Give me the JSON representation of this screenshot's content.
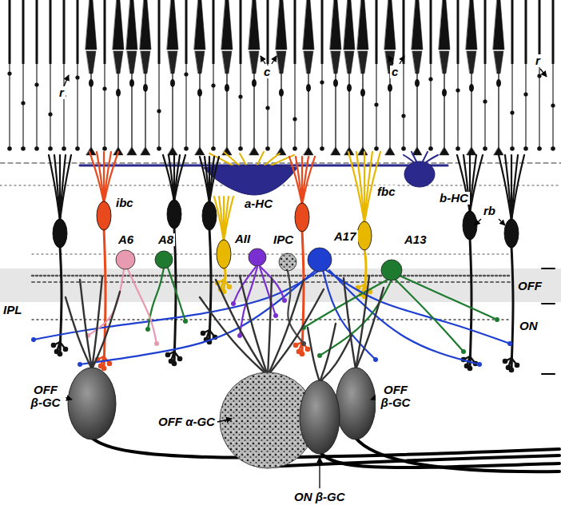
{
  "diagram": {
    "labels": [
      "r",
      "c",
      "c",
      "r",
      "ibc",
      "a-HC",
      "fbc",
      "b-HC",
      "rb",
      "A6",
      "A8",
      "AII",
      "IPC",
      "A17",
      "A13",
      "OFF",
      "IPL",
      "ON",
      "OFF β-GC",
      "OFF α-GC",
      "OFF β-GC",
      "ON β-GC"
    ]
  }
}
